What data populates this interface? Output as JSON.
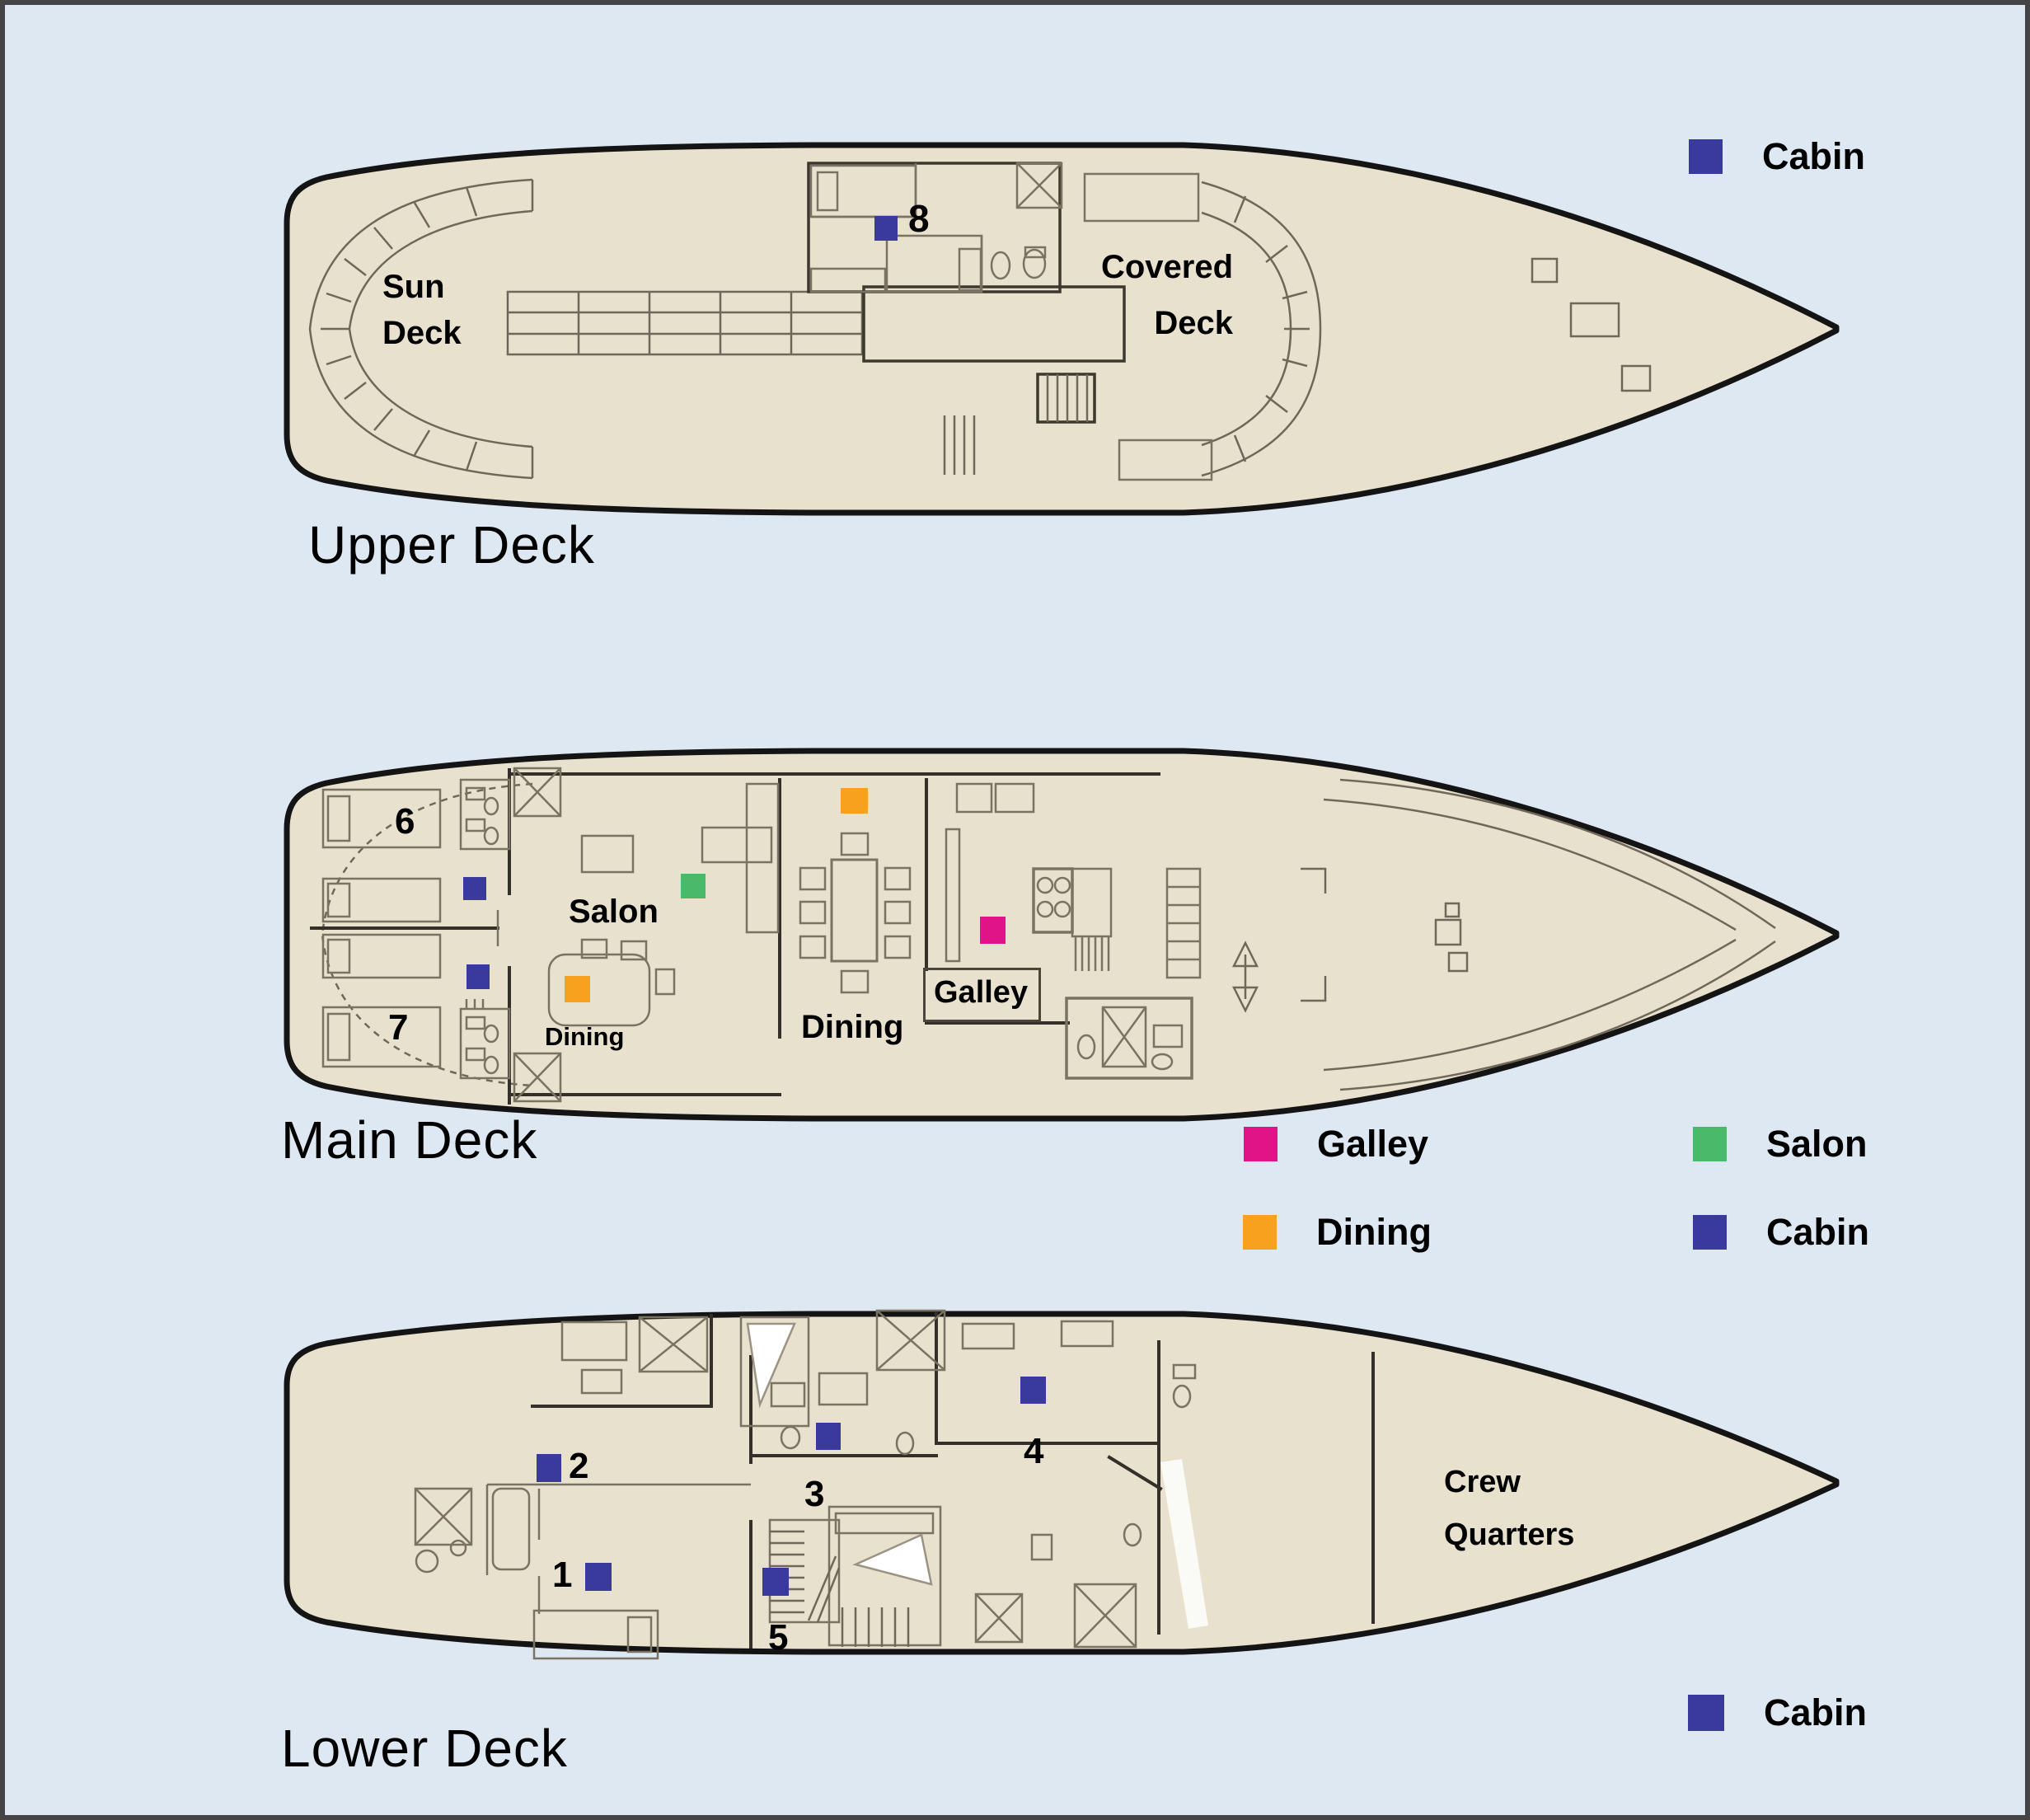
{
  "colors": {
    "background": "#dee8f2",
    "hull_fill": "#e8e1cd",
    "hull_outline": "#141414",
    "cabin": "#3a3a9e",
    "galley": "#e01487",
    "dining": "#f7a11f",
    "salon": "#4bb96a"
  },
  "decks": {
    "upper": {
      "title": "Upper Deck",
      "labels": {
        "sun_deck": "Sun\nDeck",
        "covered_deck": "Covered\nDeck"
      },
      "cabins": [
        {
          "number": "8"
        }
      ]
    },
    "main": {
      "title": "Main Deck",
      "labels": {
        "salon": "Salon",
        "dining_aft": "Dining",
        "dining_main": "Dining",
        "galley": "Galley"
      },
      "cabins": [
        {
          "number": "6"
        },
        {
          "number": "7"
        }
      ]
    },
    "lower": {
      "title": "Lower Deck",
      "labels": {
        "crew_quarters": "Crew\nQuarters"
      },
      "cabins": [
        {
          "number": "1"
        },
        {
          "number": "2"
        },
        {
          "number": "3"
        },
        {
          "number": "4"
        },
        {
          "number": "5"
        }
      ]
    }
  },
  "legend": {
    "upper": [
      {
        "label": "Cabin",
        "type": "cabin"
      }
    ],
    "main": [
      {
        "label": "Galley",
        "type": "galley"
      },
      {
        "label": "Salon",
        "type": "salon"
      },
      {
        "label": "Dining",
        "type": "dining"
      },
      {
        "label": "Cabin",
        "type": "cabin"
      }
    ],
    "lower": [
      {
        "label": "Cabin",
        "type": "cabin"
      }
    ]
  }
}
